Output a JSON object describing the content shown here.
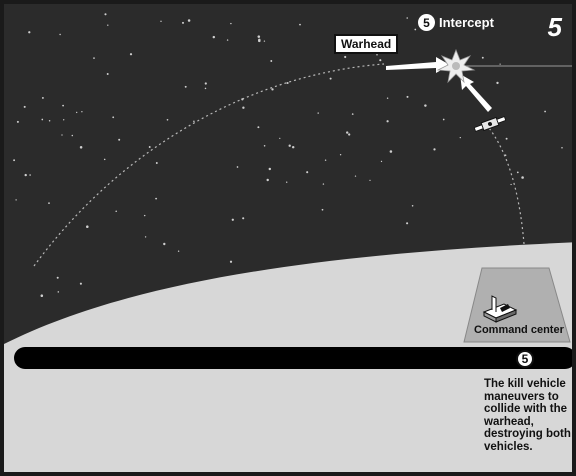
{
  "panel_number": "5",
  "intercept": {
    "step": "5",
    "label": "Intercept"
  },
  "warhead_label": "Warhead",
  "command_center_label": "Command center",
  "step_badge": "5",
  "caption": "The kill vehicle maneuvers to collide with the warhead, destroying both vehicles.",
  "colors": {
    "space": "#2b2b2b",
    "earth": "#d7d7d7",
    "bar": "#000000",
    "text": "#111111",
    "white": "#ffffff"
  }
}
